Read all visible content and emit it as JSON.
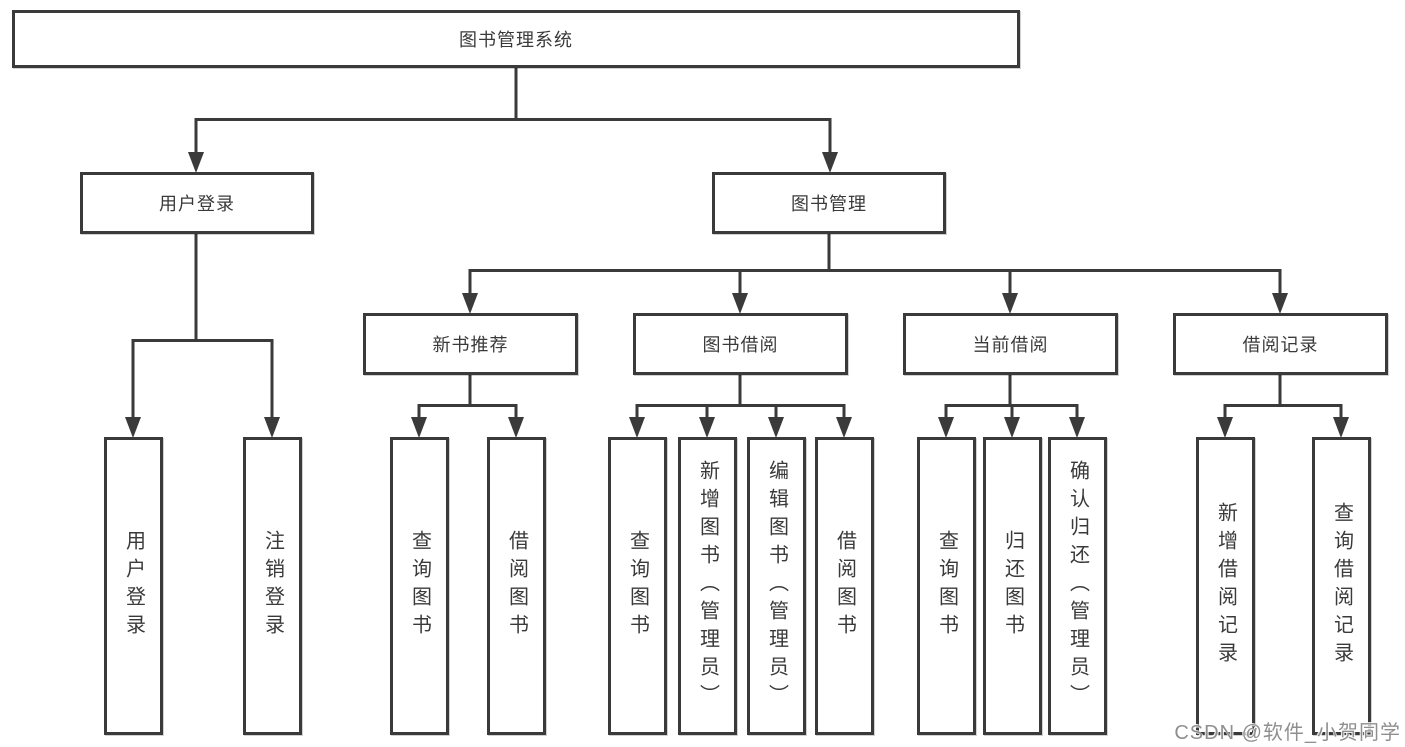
{
  "diagram": {
    "root": {
      "label": "图书管理系统"
    },
    "branches": [
      {
        "label": "用户登录",
        "children": [
          {
            "label": "用户登录"
          },
          {
            "label": "注销登录"
          }
        ]
      },
      {
        "label": "图书管理",
        "groups": [
          {
            "label": "新书推荐",
            "children": [
              {
                "label": "查询图书"
              },
              {
                "label": "借阅图书"
              }
            ]
          },
          {
            "label": "图书借阅",
            "children": [
              {
                "label": "查询图书"
              },
              {
                "label": "新增图书（管理员）"
              },
              {
                "label": "编辑图书（管理员）"
              },
              {
                "label": "借阅图书"
              }
            ]
          },
          {
            "label": "当前借阅",
            "children": [
              {
                "label": "查询图书"
              },
              {
                "label": "归还图书"
              },
              {
                "label": "确认归还（管理员）"
              }
            ]
          },
          {
            "label": "借阅记录",
            "children": [
              {
                "label": "新增借阅记录"
              },
              {
                "label": "查询借阅记录"
              }
            ]
          }
        ]
      }
    ]
  },
  "watermark": {
    "text": "CSDN @软件_小贺同学"
  },
  "colors": {
    "line": "#3a3a3a",
    "box_border": "#3a3a3a",
    "text": "#3a3a3a",
    "background": "#ffffff",
    "watermark": "#8f8f8f"
  }
}
